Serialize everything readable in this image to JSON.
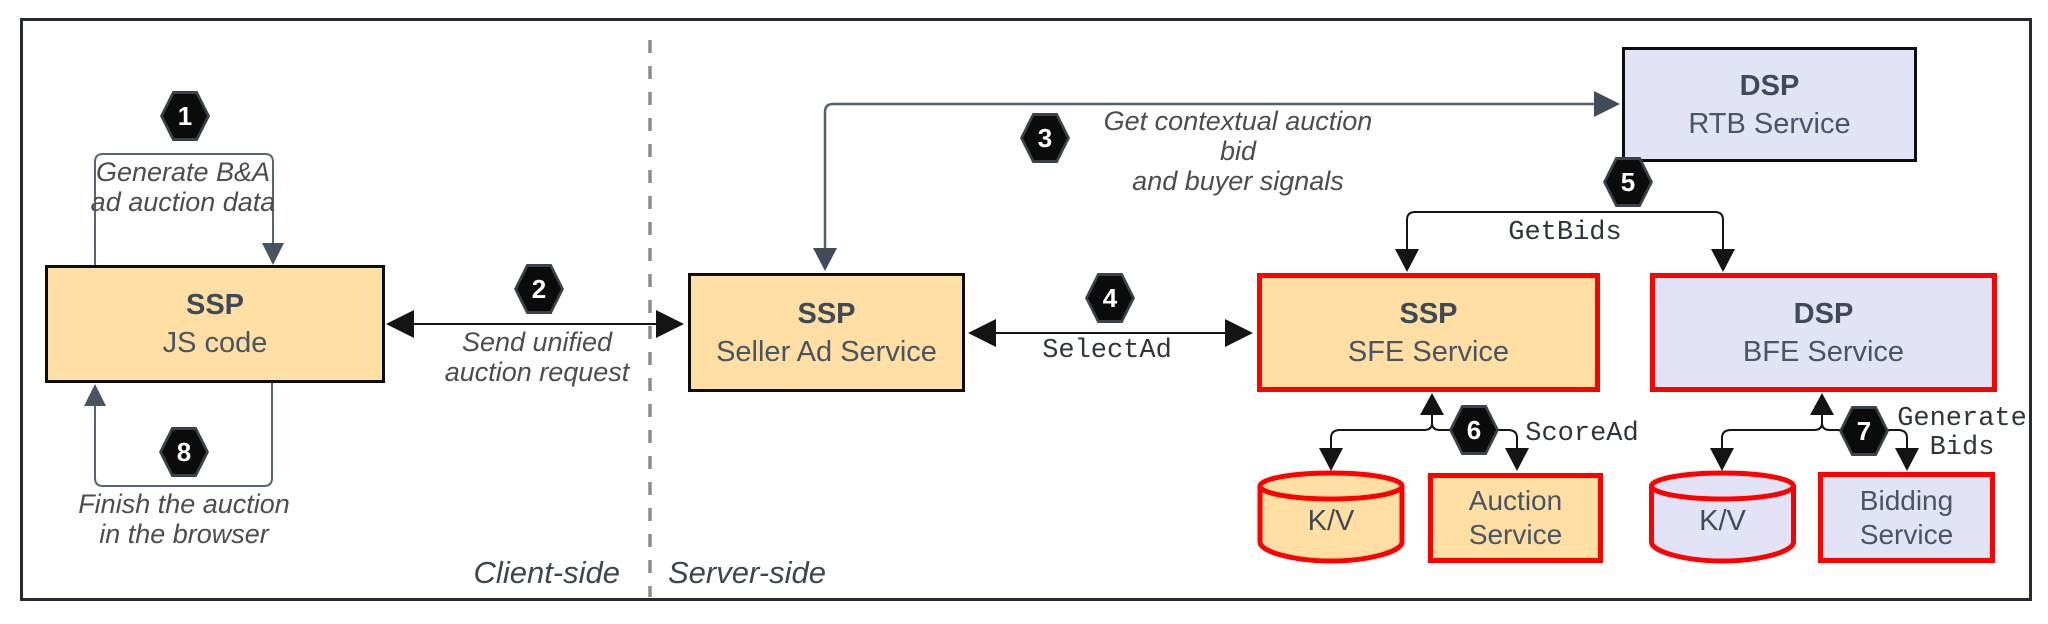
{
  "regions": {
    "client_label": "Client-side",
    "server_label": "Server-side"
  },
  "nodes": {
    "ssp_js": {
      "title": "SSP",
      "subtitle": "JS code"
    },
    "ssp_seller": {
      "title": "SSP",
      "subtitle": "Seller Ad Service"
    },
    "dsp_rtb": {
      "title": "DSP",
      "subtitle": "RTB Service"
    },
    "ssp_sfe": {
      "title": "SSP",
      "subtitle": "SFE Service"
    },
    "dsp_bfe": {
      "title": "DSP",
      "subtitle": "BFE Service"
    },
    "ssp_kv": {
      "label": "K/V"
    },
    "auction": {
      "line1": "Auction",
      "line2": "Service"
    },
    "dsp_kv": {
      "label": "K/V"
    },
    "bidding": {
      "line1": "Bidding",
      "line2": "Service"
    }
  },
  "steps": {
    "s1": {
      "number": "1",
      "label_line1": "Generate B&A",
      "label_line2": "ad auction data"
    },
    "s2": {
      "number": "2",
      "label_line1": "Send unified",
      "label_line2": "auction request"
    },
    "s3": {
      "number": "3",
      "label_line1": "Get contextual auction bid",
      "label_line2": "and buyer signals"
    },
    "s4": {
      "number": "4",
      "label": "SelectAd"
    },
    "s5": {
      "number": "5",
      "label": "GetBids"
    },
    "s6": {
      "number": "6",
      "label": "ScoreAd"
    },
    "s7": {
      "number": "7",
      "label_line1": "Generate",
      "label_line2": "Bids"
    },
    "s8": {
      "number": "8",
      "label_line1": "Finish the auction",
      "label_line2": "in the browser"
    }
  },
  "colors": {
    "ssp_fill": "#ffdfa3",
    "dsp_fill": "#e3e3f7",
    "highlight_border": "#ff0000",
    "box_border": "#0d0d0d",
    "connector": "#141414",
    "loop_connector": "#55606e",
    "frame": "#272b31",
    "divider": "#8c8c8c",
    "badge_fill": "#0b0b0b",
    "text": "#3f4a56"
  }
}
